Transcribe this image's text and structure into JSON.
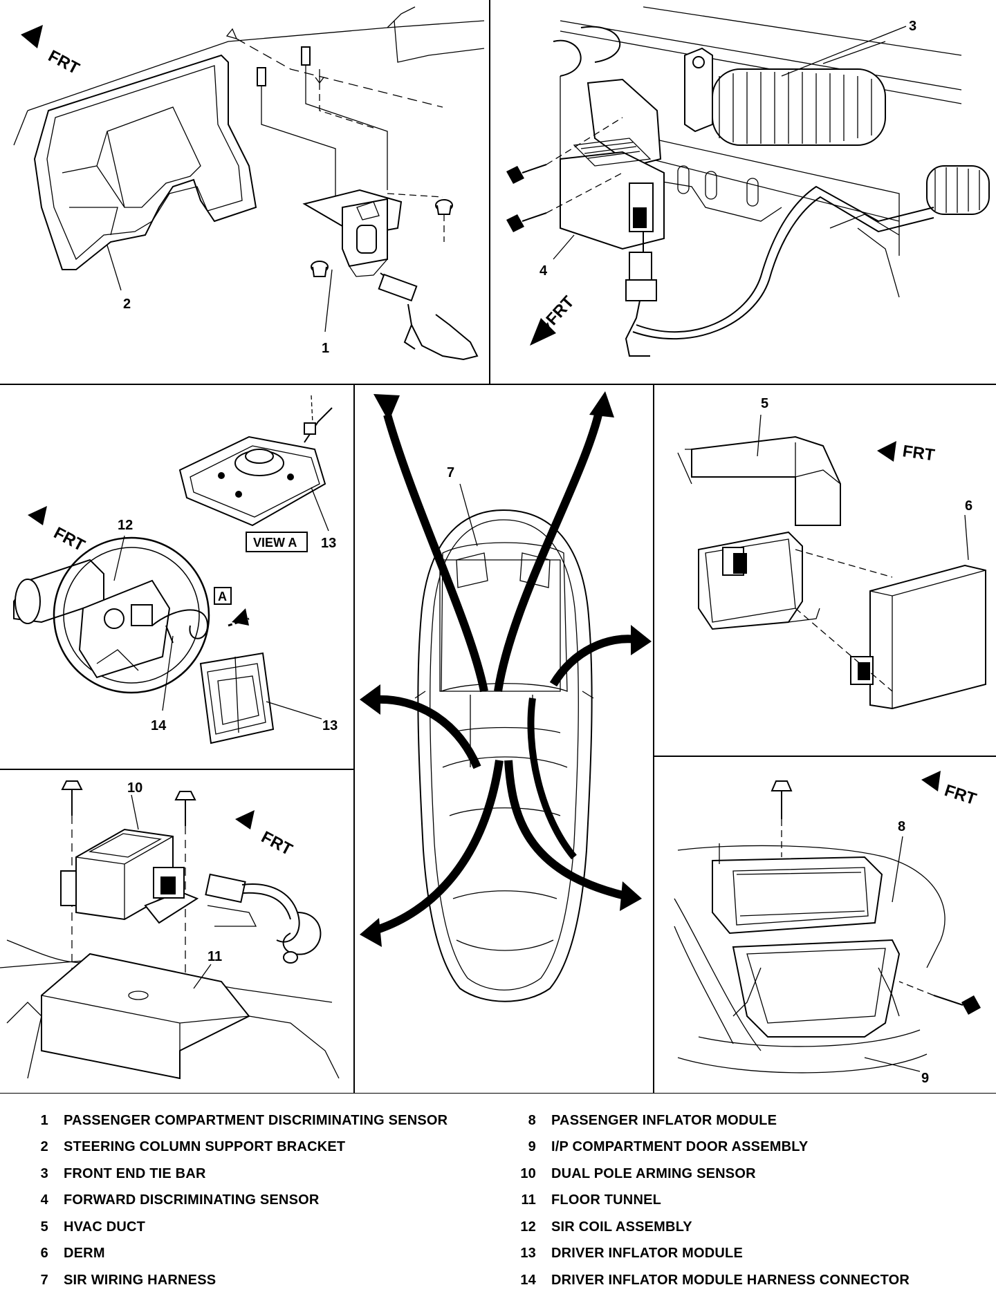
{
  "direction_label": "FRT",
  "view_label": "VIEW A",
  "view_marker": "A",
  "callouts": [
    "1",
    "2",
    "3",
    "4",
    "5",
    "6",
    "7",
    "8",
    "9",
    "10",
    "11",
    "12",
    "13",
    "14"
  ],
  "legend": [
    {
      "number": "1",
      "text": "PASSENGER COMPARTMENT DISCRIMINATING SENSOR"
    },
    {
      "number": "2",
      "text": "STEERING COLUMN SUPPORT BRACKET"
    },
    {
      "number": "3",
      "text": "FRONT END TIE BAR"
    },
    {
      "number": "4",
      "text": "FORWARD DISCRIMINATING SENSOR"
    },
    {
      "number": "5",
      "text": "HVAC DUCT"
    },
    {
      "number": "6",
      "text": "DERM"
    },
    {
      "number": "7",
      "text": "SIR WIRING HARNESS"
    },
    {
      "number": "8",
      "text": "PASSENGER INFLATOR MODULE"
    },
    {
      "number": "9",
      "text": "I/P COMPARTMENT DOOR ASSEMBLY"
    },
    {
      "number": "10",
      "text": "DUAL POLE ARMING SENSOR"
    },
    {
      "number": "11",
      "text": "FLOOR TUNNEL"
    },
    {
      "number": "12",
      "text": "SIR COIL ASSEMBLY"
    },
    {
      "number": "13",
      "text": "DRIVER INFLATOR MODULE"
    },
    {
      "number": "14",
      "text": "DRIVER INFLATOR MODULE HARNESS CONNECTOR"
    }
  ]
}
